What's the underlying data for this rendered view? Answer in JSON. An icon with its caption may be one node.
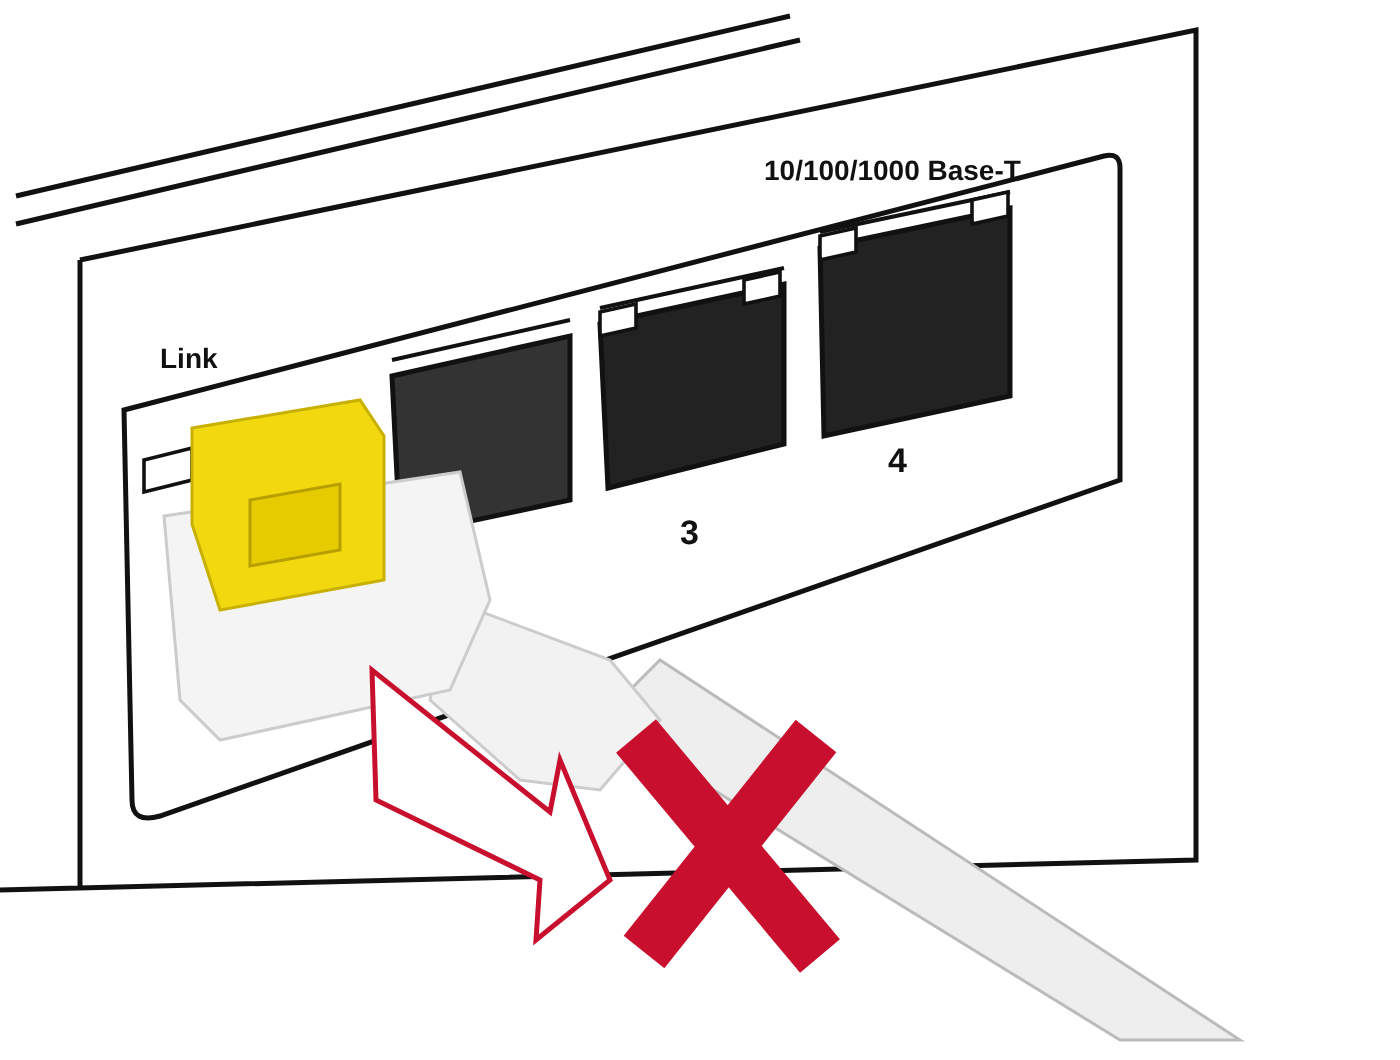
{
  "diagram": {
    "labels": [
      "10/100/1000 Base-T",
      "Link",
      "3",
      "4"
    ]
  }
}
